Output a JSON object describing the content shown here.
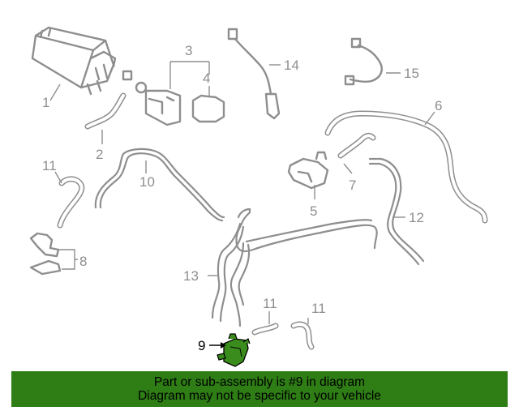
{
  "callouts": {
    "c1": "1",
    "c2": "2",
    "c3": "3",
    "c4": "4",
    "c5": "5",
    "c6": "6",
    "c7": "7",
    "c8": "8",
    "c9": "9",
    "c10": "10",
    "c11a": "11",
    "c11b": "11",
    "c11c": "11",
    "c12": "12",
    "c13": "13",
    "c14": "14",
    "c15": "15"
  },
  "highlight": {
    "part_number": "9",
    "color": "#2e7d15"
  },
  "banner": {
    "line1": "Part or sub-assembly is #9 in diagram",
    "line2": "Diagram may not be specific to your vehicle",
    "background": "#2e7d15"
  }
}
